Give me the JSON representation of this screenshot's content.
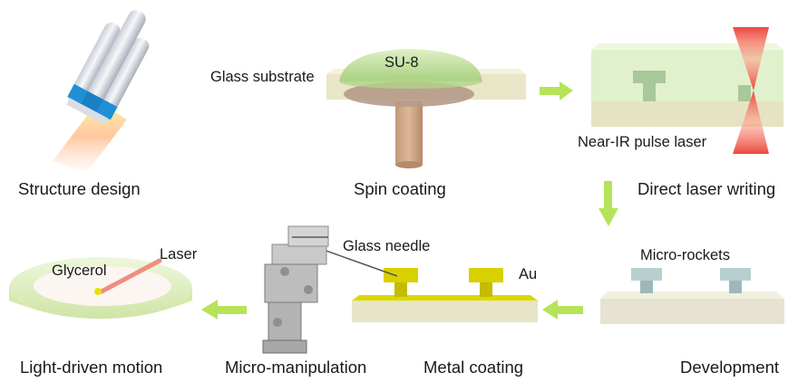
{
  "figure": {
    "steps": {
      "structure_design": "Structure design",
      "spin_coating": "Spin coating",
      "direct_laser_writing": "Direct laser writing",
      "development": "Development",
      "metal_coating": "Metal coating",
      "micro_manipulation": "Micro-manipulation",
      "light_driven_motion": "Light-driven motion"
    },
    "annotations": {
      "glass_substrate": "Glass substrate",
      "su8": "SU-8",
      "near_ir_pulse_laser": "Near-IR pulse laser",
      "micro_rockets": "Micro-rockets",
      "au": "Au",
      "glass_needle": "Glass needle",
      "glycerol": "Glycerol",
      "laser": "Laser"
    },
    "colors": {
      "arrow_green": "#b6e35a",
      "resist_green": "#c6e6a2",
      "gold": "#d8d000",
      "laser_red": "#e8342a",
      "rocket_blue": "#1f8fd6",
      "substrate_beige": "#eae6c8"
    }
  }
}
